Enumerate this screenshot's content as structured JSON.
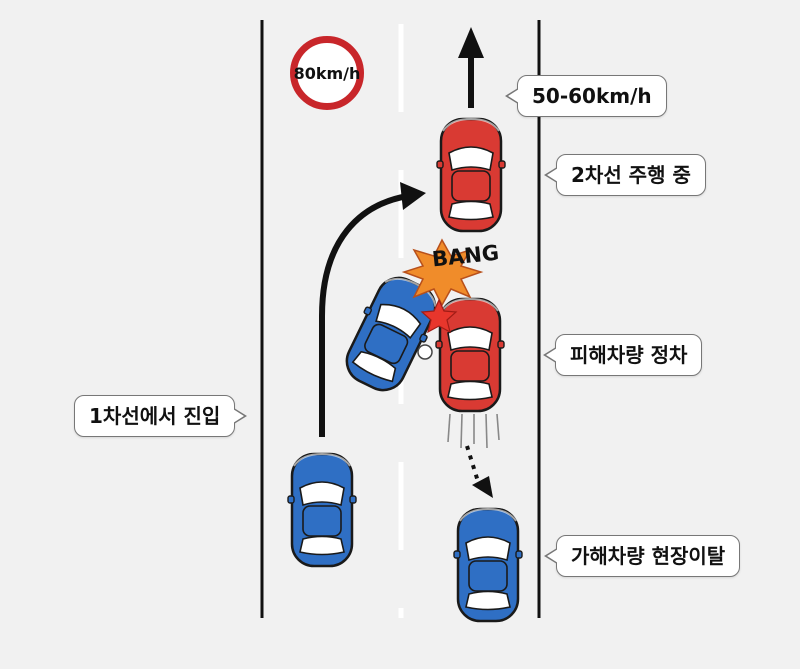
{
  "speed_limit_sign": {
    "text": "80km/h"
  },
  "labels": {
    "speed_range": "50-60km/h",
    "lane2_driving": "2차선 주행 중",
    "victim_stopped": "피해차량 정차",
    "enter_from_lane1": "1차선에서 진입",
    "offender_flees": "가해차량 현장이탈"
  },
  "impact": {
    "text": "BANG"
  },
  "colors": {
    "victim_car": "#d93a33",
    "offender_car": "#2f6fc4",
    "speed_sign_border": "#c8262a",
    "impact_burst": "#f08c2a",
    "impact_star": "#e8362c",
    "road_lines": "#111111",
    "background": "#f1f1f1"
  },
  "icons": [
    "speed-limit-sign-icon",
    "forward-arrow-icon",
    "curved-path-arrow-icon",
    "dotted-flee-arrow-icon",
    "impact-burst-icon",
    "car-icon"
  ]
}
